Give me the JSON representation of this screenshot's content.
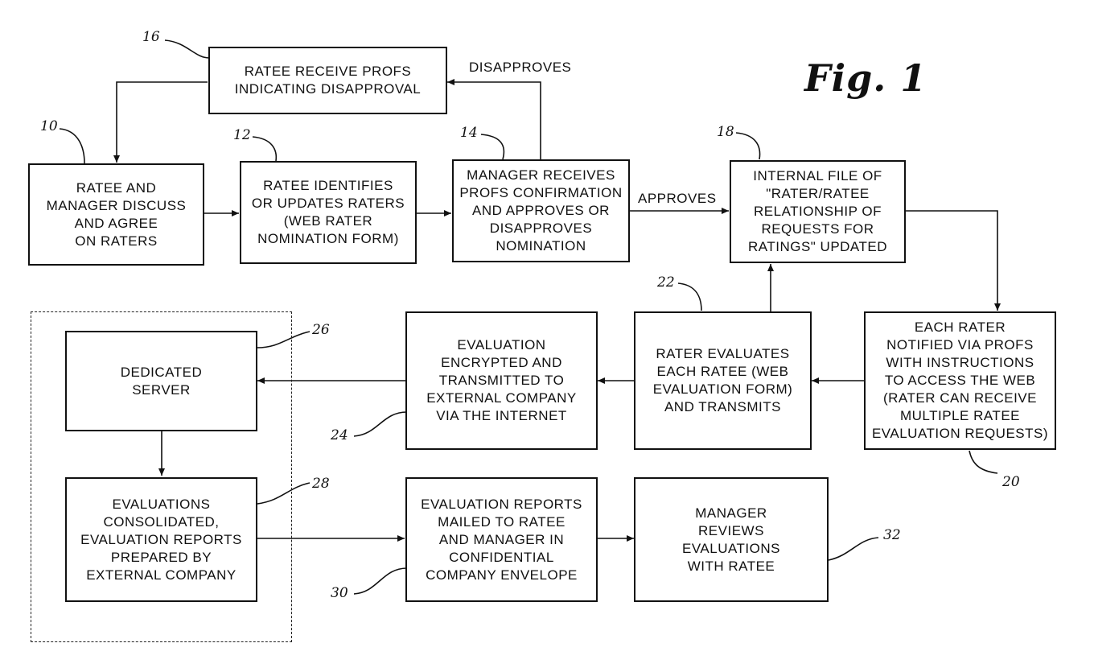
{
  "figure": {
    "title": "Fig. 1"
  },
  "boxes": {
    "b16": {
      "ref": "16",
      "text": "RATEE RECEIVE PROFS\nINDICATING DISAPPROVAL"
    },
    "b10": {
      "ref": "10",
      "text": "RATEE AND\nMANAGER DISCUSS\nAND AGREE\nON RATERS"
    },
    "b12": {
      "ref": "12",
      "text": "RATEE IDENTIFIES\nOR UPDATES RATERS\n(WEB RATER\nNOMINATION FORM)"
    },
    "b14": {
      "ref": "14",
      "text": "MANAGER RECEIVES\nPROFS CONFIRMATION\nAND APPROVES OR\nDISAPPROVES\nNOMINATION"
    },
    "b18": {
      "ref": "18",
      "text": "INTERNAL FILE OF\n\"RATER/RATEE\nRELATIONSHIP OF\nREQUESTS FOR\nRATINGS\" UPDATED"
    },
    "b20": {
      "ref": "20",
      "text": "EACH RATER\nNOTIFIED VIA PROFS\nWITH INSTRUCTIONS\nTO ACCESS THE WEB\n(RATER CAN RECEIVE\nMULTIPLE RATEE\nEVALUATION REQUESTS)"
    },
    "b22": {
      "ref": "22",
      "text": "RATER EVALUATES\nEACH RATEE (WEB\nEVALUATION FORM)\nAND TRANSMITS"
    },
    "b24": {
      "ref": "24",
      "text": "EVALUATION\nENCRYPTED AND\nTRANSMITTED TO\nEXTERNAL COMPANY\nVIA THE INTERNET"
    },
    "b26": {
      "ref": "26",
      "text": "DEDICATED\nSERVER"
    },
    "b28": {
      "ref": "28",
      "text": "EVALUATIONS\nCONSOLIDATED,\nEVALUATION REPORTS\nPREPARED BY\nEXTERNAL COMPANY"
    },
    "b30": {
      "ref": "30",
      "text": "EVALUATION REPORTS\nMAILED TO RATEE\nAND MANAGER IN\nCONFIDENTIAL\nCOMPANY ENVELOPE"
    },
    "b32": {
      "ref": "32",
      "text": "MANAGER\nREVIEWS\nEVALUATIONS\nWITH RATEE"
    }
  },
  "edge_labels": {
    "disapproves": "DISAPPROVES",
    "approves": "APPROVES"
  }
}
